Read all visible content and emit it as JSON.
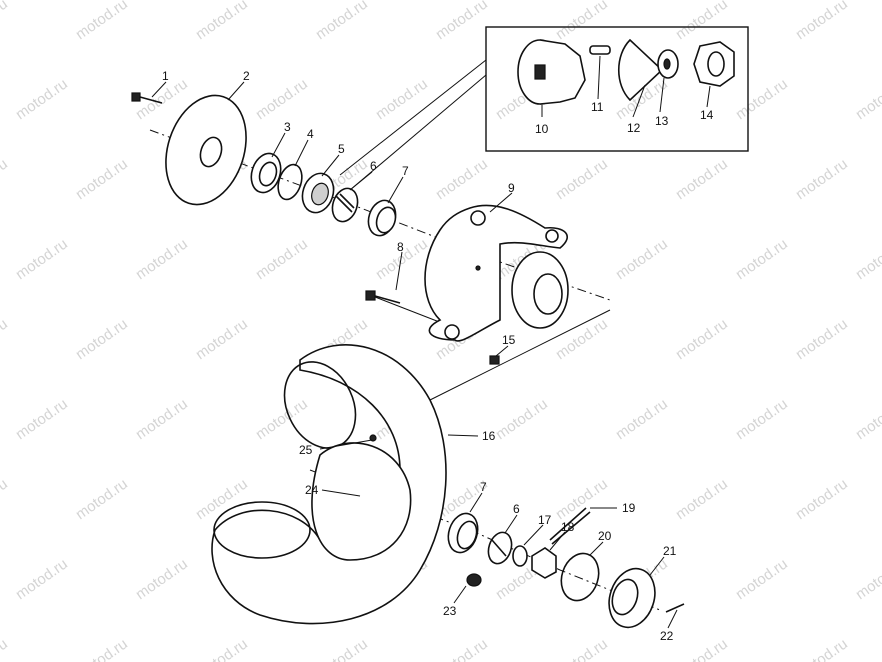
{
  "watermark": "motod.ru",
  "callouts": {
    "p1": "1",
    "p2": "2",
    "p3": "3",
    "p4": "4",
    "p5": "5",
    "p6a": "6",
    "p7a": "7",
    "p8": "8",
    "p9": "9",
    "p10": "10",
    "p11": "11",
    "p12": "12",
    "p13": "13",
    "p14": "14",
    "p15": "15",
    "p16": "16",
    "p17": "17",
    "p18": "18",
    "p19": "19",
    "p20": "20",
    "p21": "21",
    "p22": "22",
    "p23": "23",
    "p24": "24",
    "p25": "25",
    "p6b": "6",
    "p7b": "7"
  }
}
